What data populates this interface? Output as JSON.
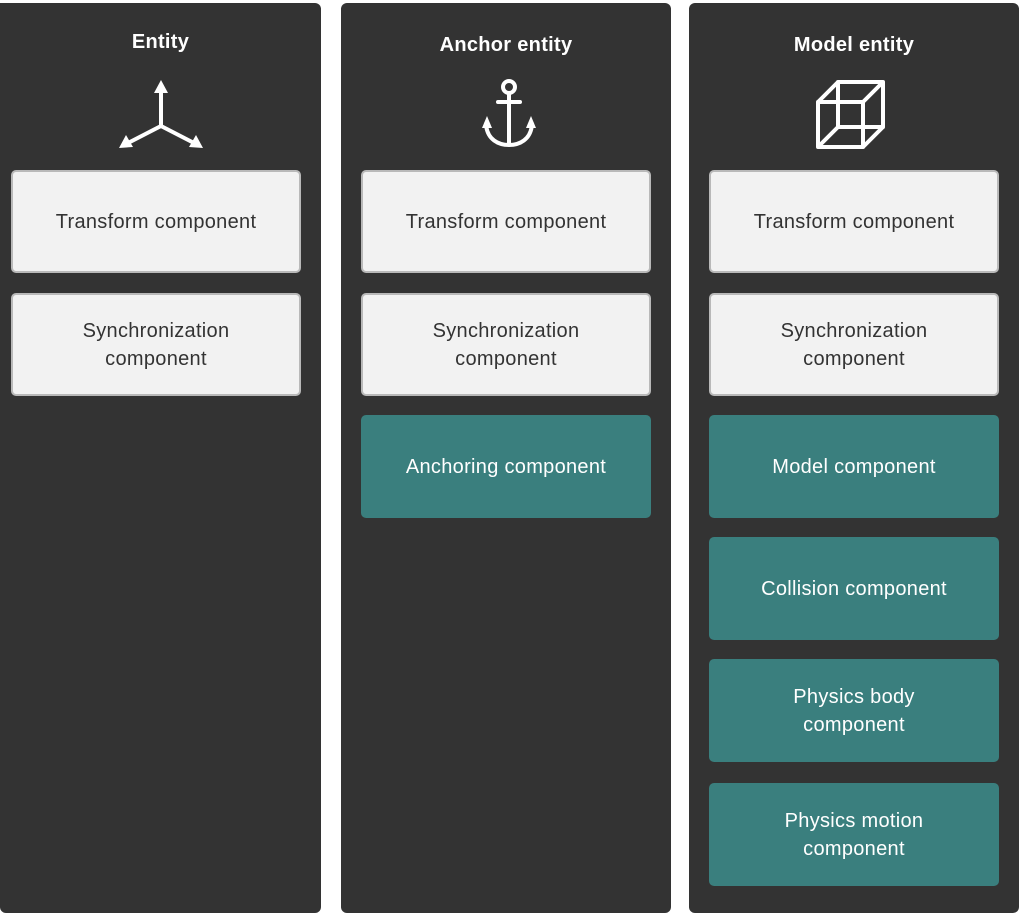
{
  "columns": [
    {
      "title": "Entity",
      "icon": "axes-icon",
      "components": [
        {
          "label": "Transform component",
          "style": "grey"
        },
        {
          "label": "Synchronization\ncomponent",
          "style": "grey"
        }
      ]
    },
    {
      "title": "Anchor entity",
      "icon": "anchor-icon",
      "components": [
        {
          "label": "Transform component",
          "style": "grey"
        },
        {
          "label": "Synchronization\ncomponent",
          "style": "grey"
        },
        {
          "label": "Anchoring component",
          "style": "teal"
        }
      ]
    },
    {
      "title": "Model entity",
      "icon": "cube-icon",
      "components": [
        {
          "label": "Transform component",
          "style": "grey"
        },
        {
          "label": "Synchronization\ncomponent",
          "style": "grey"
        },
        {
          "label": "Model component",
          "style": "teal"
        },
        {
          "label": "Collision component",
          "style": "teal"
        },
        {
          "label": "Physics body\ncomponent",
          "style": "teal"
        },
        {
          "label": "Physics motion\ncomponent",
          "style": "teal"
        }
      ]
    }
  ],
  "colors": {
    "panel": "#333333",
    "base_component": "#f2f2f2",
    "specific_component": "#3a7f7e"
  }
}
